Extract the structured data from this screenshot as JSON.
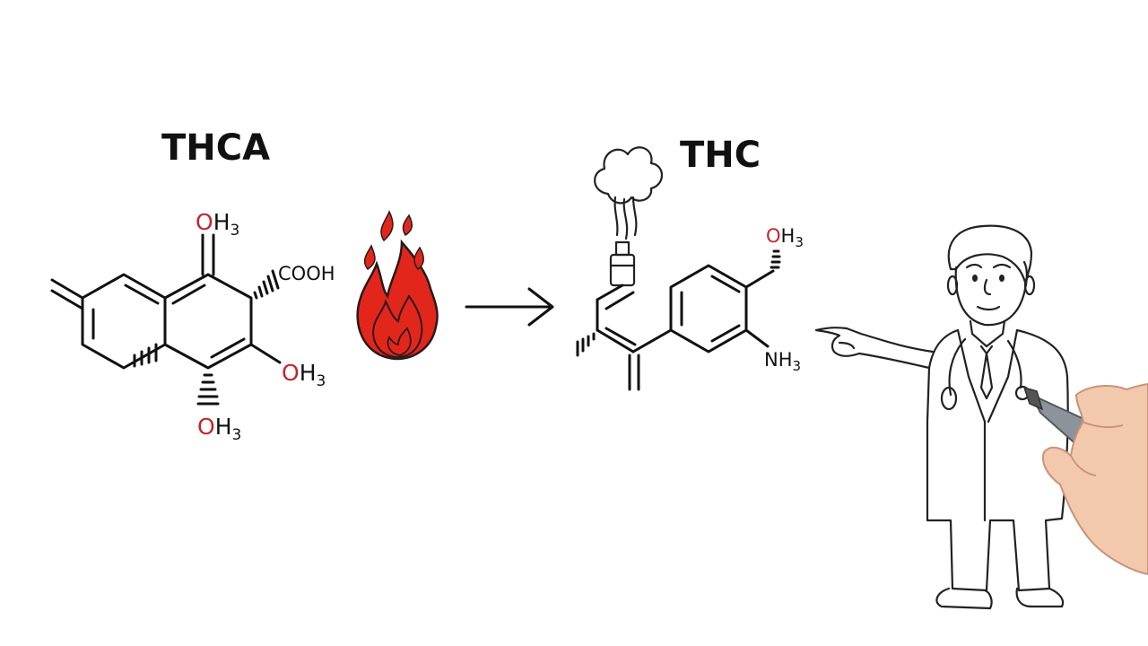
{
  "thca": {
    "title": "THCA",
    "groups": [
      {
        "o": "O",
        "rest": "H",
        "sub": "3"
      },
      {
        "text": "COOH"
      },
      {
        "o": "O",
        "rest": "H",
        "sub": "3"
      },
      {
        "o": "O",
        "rest": "H",
        "sub": "3"
      }
    ]
  },
  "thc": {
    "title": "THC",
    "groups": [
      {
        "o": "O",
        "rest": "H",
        "sub": "3"
      },
      {
        "text": "NH",
        "sub": "3"
      }
    ]
  },
  "colors": {
    "oxygen": "#c0272d",
    "flame": "#e3261c",
    "ink": "#111111"
  },
  "icons": [
    "flame-icon",
    "arrow-right-icon",
    "vape-pen-icon",
    "smoke-cloud-icon",
    "doctor-illustration",
    "hand-marker-icon"
  ]
}
